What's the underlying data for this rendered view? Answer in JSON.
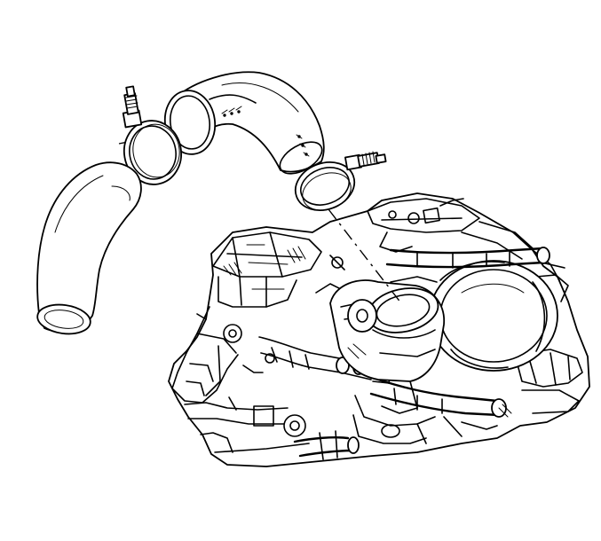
{
  "diagram": {
    "parts": [
      {
        "id": "lower-radiator-hose",
        "icon": "hose-icon"
      },
      {
        "id": "upper-hose-elbow",
        "icon": "elbow-hose-icon"
      },
      {
        "id": "hose-clamp-left",
        "icon": "clamp-icon"
      },
      {
        "id": "hose-clamp-right",
        "icon": "clamp-icon"
      },
      {
        "id": "engine-assembly",
        "icon": "engine-icon"
      },
      {
        "id": "thermostat-outlet",
        "icon": "outlet-icon"
      }
    ],
    "colors": {
      "line": "#000000",
      "background": "#ffffff"
    }
  }
}
